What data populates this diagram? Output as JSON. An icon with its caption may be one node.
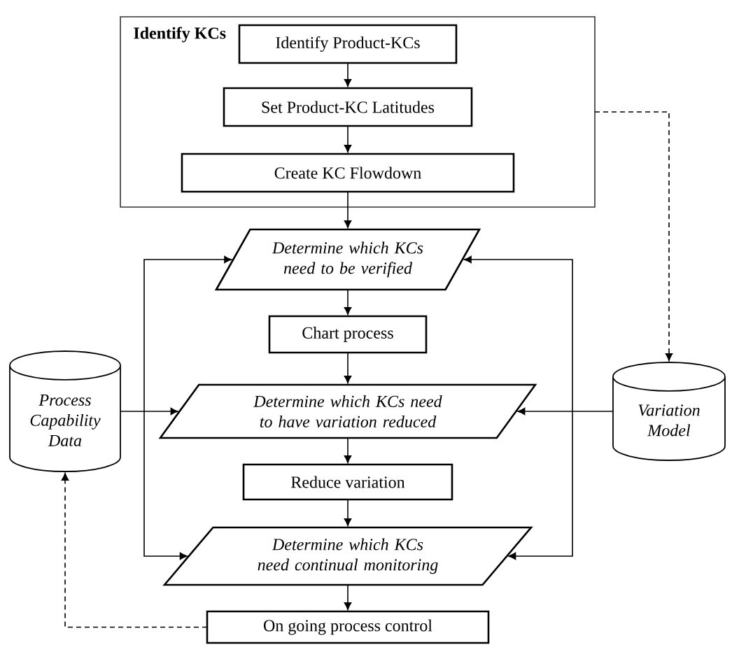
{
  "diagram": {
    "nodes": [
      {
        "text": [
          "Identify KCs"
        ]
      },
      {
        "text": [
          "Identify Product-KCs"
        ],
        "in": 0
      },
      {
        "text": [
          "Set Product-KC Latitudes"
        ],
        "in": 0
      },
      {
        "text": [
          "Create KC Flowdown"
        ],
        "in": 0
      },
      {
        "text": [
          "Determine which KCs need to be verified"
        ]
      },
      {
        "text": [
          "Chart process"
        ]
      },
      {
        "text": [
          "Process Capability Data"
        ]
      },
      {
        "text": [
          "Determine which KCs need to have variation reduced"
        ]
      },
      {
        "text": [
          "Variation Model"
        ]
      },
      {
        "text": [
          "Reduce variation"
        ]
      },
      {
        "text": [
          "Determine which KCs need continual monitoring"
        ]
      },
      {
        "text": [
          "On going process control"
        ]
      }
    ],
    "edges": [
      {
        "from": 1,
        "to": 2,
        "arrow": "to"
      },
      {
        "from": 2,
        "to": 3,
        "arrow": "to"
      },
      {
        "from": 3,
        "to": 4,
        "arrow": "to"
      },
      {
        "from": 4,
        "to": 5,
        "arrow": "to"
      },
      {
        "from": 5,
        "to": 7,
        "arrow": "to"
      },
      {
        "from": 6,
        "to": 7,
        "arrow": "to"
      },
      {
        "from": 8,
        "to": 7,
        "arrow": "to"
      },
      {
        "from": 7,
        "to": 9,
        "arrow": "to"
      },
      {
        "from": 9,
        "to": 10,
        "arrow": "to"
      },
      {
        "from": 10,
        "to": 11,
        "arrow": "to"
      },
      {
        "from": 4,
        "to": 10,
        "arrow": "both"
      },
      {
        "from": 4,
        "to": 10,
        "arrow": "both"
      },
      {
        "from": 0,
        "to": 8,
        "arrow": "to",
        "style": "dashed"
      },
      {
        "from": 11,
        "to": 6,
        "arrow": "to",
        "style": "dashed"
      }
    ]
  }
}
